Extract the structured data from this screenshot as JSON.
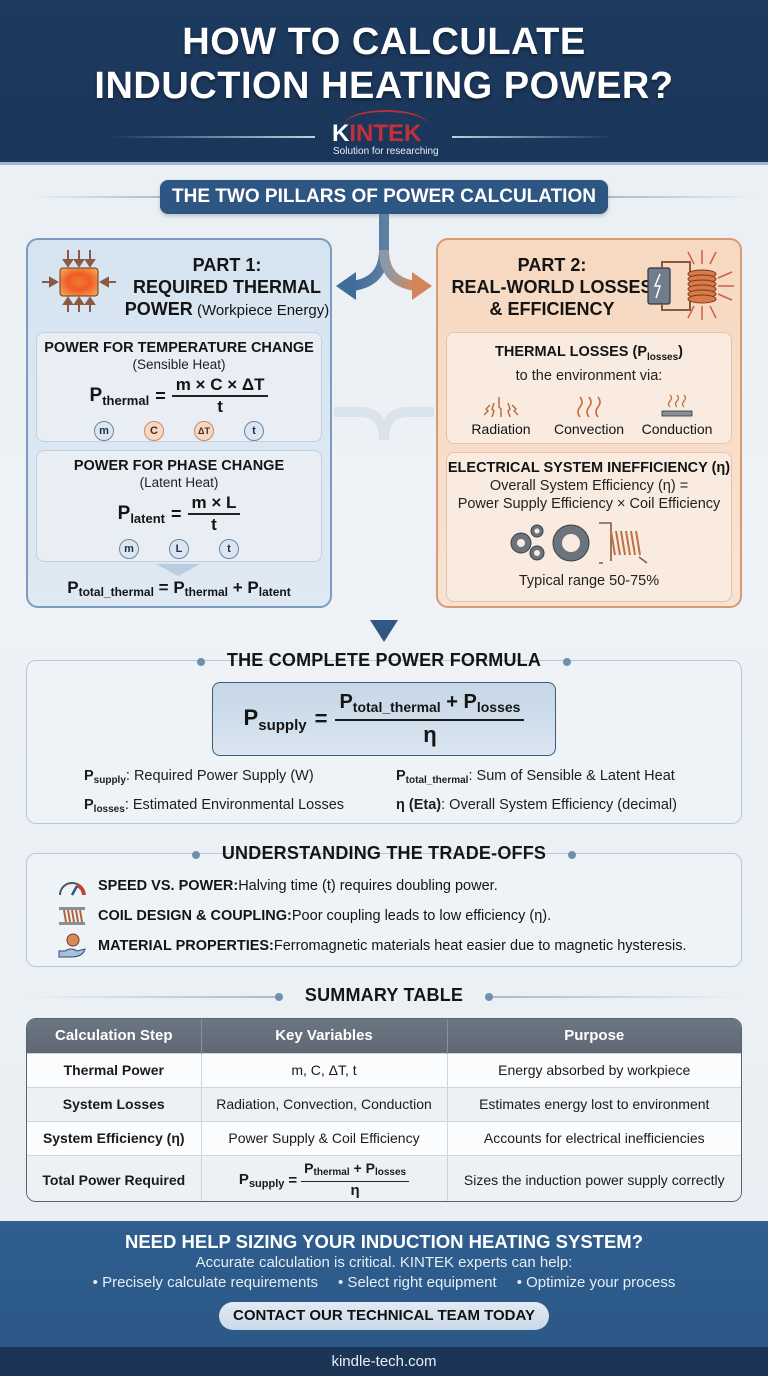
{
  "header": {
    "title_line1": "HOW TO CALCULATE",
    "title_line2": "INDUCTION HEATING POWER?",
    "logo_k": "K",
    "logo_rest": "INTEK",
    "logo_tagline": "Solution for researching"
  },
  "pillars": {
    "banner": "THE TWO PILLARS OF POWER CALCULATION"
  },
  "part1": {
    "title_line1": "PART 1:",
    "title_line2": "REQUIRED THERMAL",
    "title_line3_bold": "POWER",
    "title_line3_light": " (Workpiece Energy)",
    "icon": "heated-workpiece-icon",
    "sensible": {
      "title": "POWER FOR TEMPERATURE CHANGE",
      "note": "(Sensible Heat)",
      "lhs": "P",
      "lhs_sub": "thermal",
      "numerator": "m × C × ΔT",
      "denominator": "t",
      "chips": [
        "m",
        "C",
        "ΔT",
        "t"
      ]
    },
    "latent": {
      "title": "POWER FOR PHASE CHANGE",
      "note": "(Latent Heat)",
      "lhs": "P",
      "lhs_sub": "latent",
      "numerator": "m × L",
      "denominator": "t",
      "chips": [
        "m",
        "L",
        "t"
      ]
    },
    "total": {
      "p1": "P",
      "s1": "total_thermal",
      "eq": " = ",
      "p2": "P",
      "s2": "thermal",
      "plus": " + ",
      "p3": "P",
      "s3": "latent"
    }
  },
  "part2": {
    "title_line1": "PART 2:",
    "title_line2": "REAL-WORLD LOSSES",
    "title_line3": "& EFFICIENCY",
    "icon": "power-supply-coil-icon",
    "losses": {
      "title_prefix": "THERMAL LOSSES (P",
      "title_sub": "losses",
      "title_suffix": ")",
      "note": "to the environment via:",
      "modes": [
        {
          "label": "Radiation",
          "icon": "radiation-icon"
        },
        {
          "label": "Convection",
          "icon": "convection-icon"
        },
        {
          "label": "Conduction",
          "icon": "conduction-icon"
        }
      ]
    },
    "efficiency": {
      "title": "ELECTRICAL SYSTEM INEFFICIENCY (η)",
      "line1": "Overall System Efficiency (η) =",
      "line2": "Power Supply Efficiency × Coil Efficiency",
      "range": "Typical range 50-75%"
    }
  },
  "complete_formula": {
    "title": "THE COMPLETE POWER FORMULA",
    "lhs": "P",
    "lhs_sub": "supply",
    "eq": "=",
    "num_p1": "P",
    "num_s1": "total_thermal",
    "num_plus": " + ",
    "num_p2": "P",
    "num_s2": "losses",
    "den": "η",
    "defs": [
      {
        "sym": "P",
        "sub": "supply",
        "text": ": Required Power Supply (W)"
      },
      {
        "sym": "P",
        "sub": "losses",
        "text": ": Estimated Environmental Losses"
      },
      {
        "sym": "P",
        "sub": "total_thermal",
        "text": ": Sum of Sensible & Latent Heat"
      },
      {
        "sym": "η (Eta)",
        "sub": "",
        "text": ": Overall System Efficiency (decimal)"
      }
    ]
  },
  "tradeoffs": {
    "title": "UNDERSTANDING THE TRADE-OFFS",
    "items": [
      {
        "icon": "speedometer-icon",
        "label": "SPEED VS. POWER:",
        "text": " Halving time (t) requires doubling power."
      },
      {
        "icon": "coil-icon",
        "label": "COIL DESIGN & COUPLING:",
        "text": " Poor coupling leads to low efficiency (η)."
      },
      {
        "icon": "material-hand-icon",
        "label": "MATERIAL PROPERTIES:",
        "text": " Ferromagnetic materials heat easier due to magnetic hysteresis."
      }
    ]
  },
  "summary_table": {
    "title": "SUMMARY TABLE",
    "columns": [
      "Calculation Step",
      "Key Variables",
      "Purpose"
    ],
    "rows": [
      [
        "Thermal Power",
        "m, C, ΔT, t",
        "Energy absorbed by workpiece"
      ],
      [
        "System Losses",
        "Radiation, Convection, Conduction",
        "Estimates energy lost to environment"
      ],
      [
        "System Efficiency (η)",
        "Power Supply & Coil Efficiency",
        "Accounts for electrical inefficiencies"
      ],
      [
        "Total Power Required",
        "",
        "Sizes the induction power supply correctly"
      ]
    ],
    "row4_formula": {
      "lhs": "P",
      "lhs_sub": "supply",
      "eq": "=",
      "p1": "P",
      "s1": "thermal",
      "plus": " + ",
      "p2": "P",
      "s2": "losses",
      "den": "η"
    }
  },
  "cta": {
    "title": "NEED HELP SIZING YOUR INDUCTION HEATING SYSTEM?",
    "subtitle": "Accurate calculation is critical. KINTEK experts can help:",
    "bullets": [
      "• Precisely calculate requirements",
      "• Select right equipment",
      "• Optimize your process"
    ],
    "button": "CONTACT OUR TECHNICAL TEAM TODAY"
  },
  "footer": {
    "website": "kindle-tech.com"
  },
  "colors": {
    "header_bg": "#1d3a5f",
    "banner_bg": "#2d5683",
    "part1_bg": "#d6e4f1",
    "part2_bg": "#f7d8c0",
    "accent_red": "#c4303a",
    "table_header": "#66707b",
    "cta_bg": "#2f5e8f",
    "footer_bg": "#1c3556"
  }
}
